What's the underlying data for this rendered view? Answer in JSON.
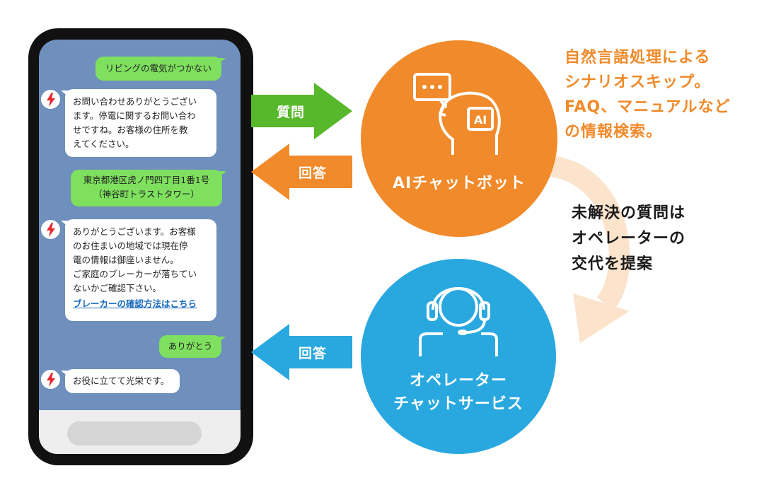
{
  "chat": {
    "messages": [
      {
        "role": "user",
        "text": "リビングの電気がつかない"
      },
      {
        "role": "bot",
        "text": "お問い合わせありがとうございます。停電に関するお問い合わせですね。お客様の住所を教えてください。",
        "lines": [
          "お問い合わせありがとうござい",
          "ます。停電に関するお問い合わ",
          "せですね。お客様の住所を教",
          "えてください。"
        ]
      },
      {
        "role": "user",
        "lines": [
          "東京都港区虎ノ門四丁目1番1号",
          "（神谷町トラストタワー）"
        ]
      },
      {
        "role": "bot",
        "lines": [
          "ありがとうございます。お客様",
          "のお住まいの地域では現在停",
          "電の情報は御座いません。",
          "ご家庭のブレーカーが落ちてい",
          "ないかご確認下さい。"
        ],
        "link": "ブレーカーの確認方法はこちら"
      },
      {
        "role": "user",
        "text": "ありがとう"
      },
      {
        "role": "bot",
        "text": "お役に立てて光栄です。"
      }
    ]
  },
  "arrows": {
    "question": "質問",
    "answer_top": "回答",
    "answer_bottom": "回答"
  },
  "ai_bot": {
    "icon_text": "AI",
    "label": "AIチャットボット",
    "description_lines": [
      "自然言語処理による",
      "シナリオスキップ。",
      "FAQ、マニュアルなど",
      "の情報検索。"
    ]
  },
  "handoff": {
    "lines": [
      "未解決の質問は",
      "オペレーターの",
      "交代を提案"
    ]
  },
  "operator": {
    "label_lines": [
      "オペレーター",
      "チャットサービス"
    ]
  },
  "colors": {
    "phone_screen": "#6f8fbd",
    "user_bubble": "#7ee05e",
    "green_arrow": "#56b82a",
    "orange": "#f08a2a",
    "blue": "#29a8e0",
    "curved_arrow": "#fbe3cc",
    "bolt": "#e8262e"
  }
}
